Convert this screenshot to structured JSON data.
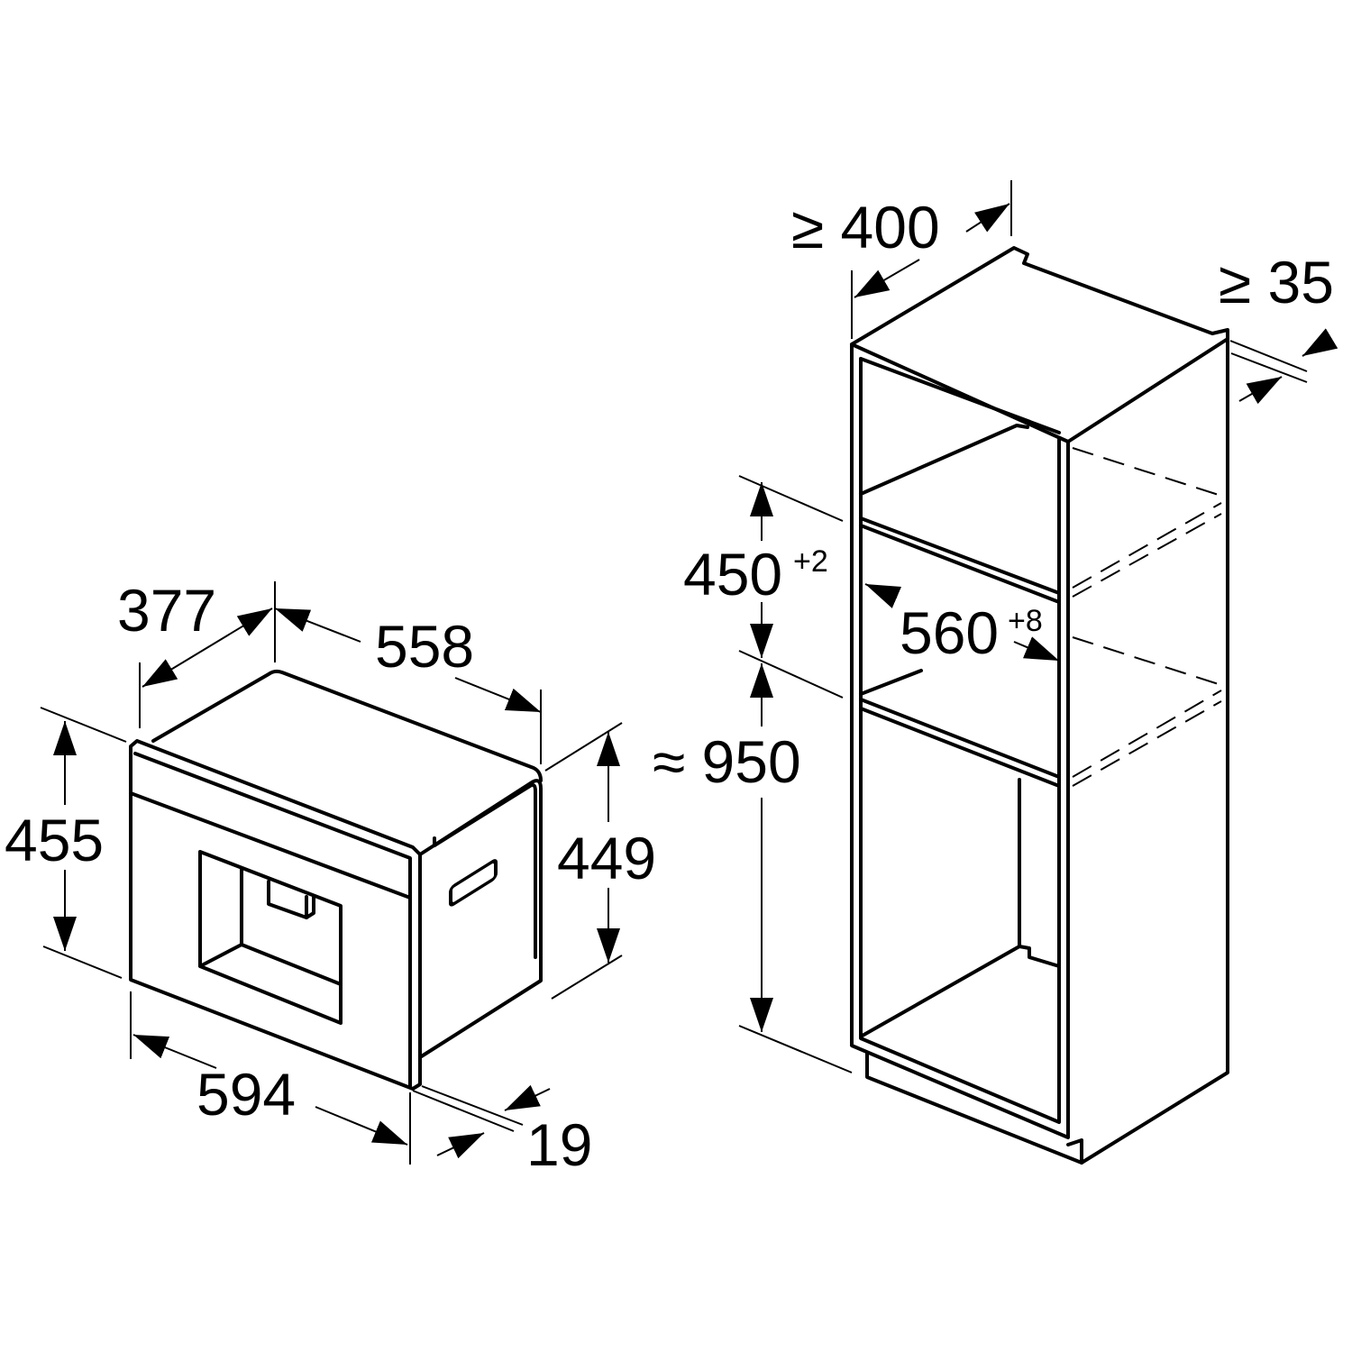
{
  "appliance": {
    "depth_label": "377",
    "width_top_label": "558",
    "front_height_label": "455",
    "body_height_label": "449",
    "front_width_label": "594",
    "front_panel_label": "19"
  },
  "cabinet": {
    "min_depth_label": "≥ 400",
    "min_gap_label": "≥ 35",
    "niche_height_label": "450",
    "niche_height_tol": "+2",
    "niche_width_label": "560",
    "niche_width_tol": "+8",
    "floor_height_label": "≈ 950"
  },
  "colors": {
    "line": "#000000",
    "background": "#ffffff"
  }
}
